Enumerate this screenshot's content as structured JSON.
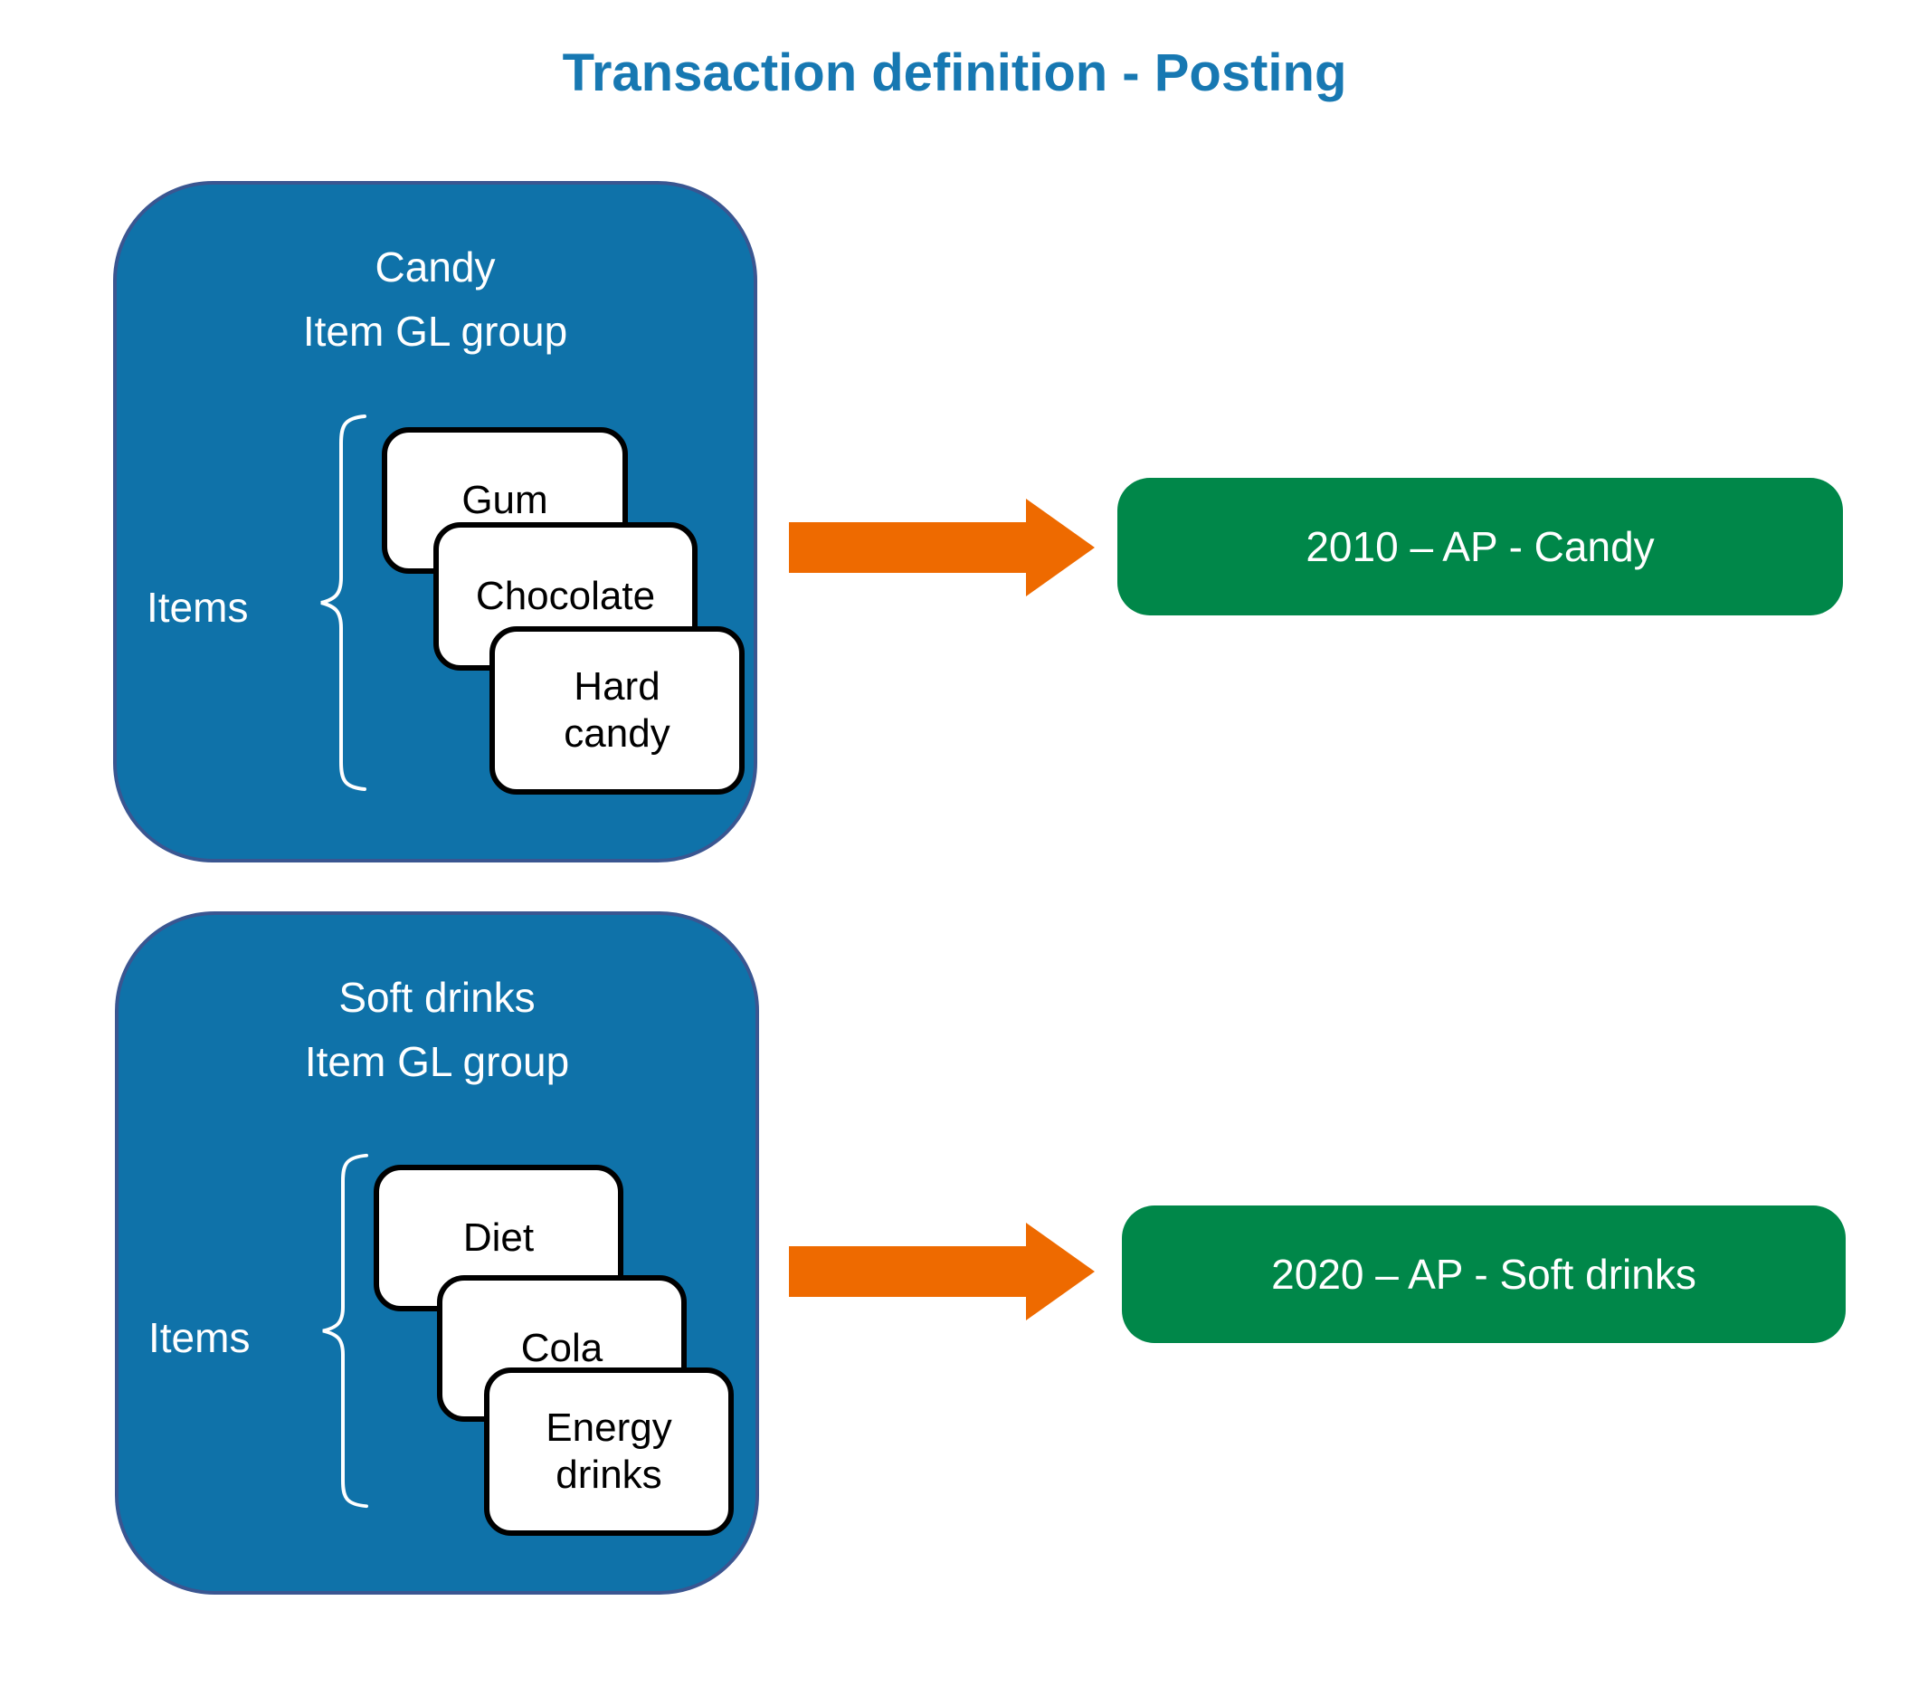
{
  "title": "Transaction definition - Posting",
  "colors": {
    "title_blue": "#1778B2",
    "blue_fill": "#0F72A9",
    "blue_border": "#3A5691",
    "green_fill": "#008749",
    "orange": "#EE6A00"
  },
  "groups": [
    {
      "name_line1": "Candy",
      "name_line2": "Item GL group",
      "items_label": "Items",
      "cards": [
        "Gum",
        "Chocolate",
        "Hard\ncandy"
      ],
      "target": "2010 – AP - Candy"
    },
    {
      "name_line1": "Soft drinks",
      "name_line2": "Item GL group",
      "items_label": "Items",
      "cards": [
        "Diet",
        "Cola",
        "Energy\ndrinks"
      ],
      "target": "2020 – AP - Soft drinks"
    }
  ]
}
